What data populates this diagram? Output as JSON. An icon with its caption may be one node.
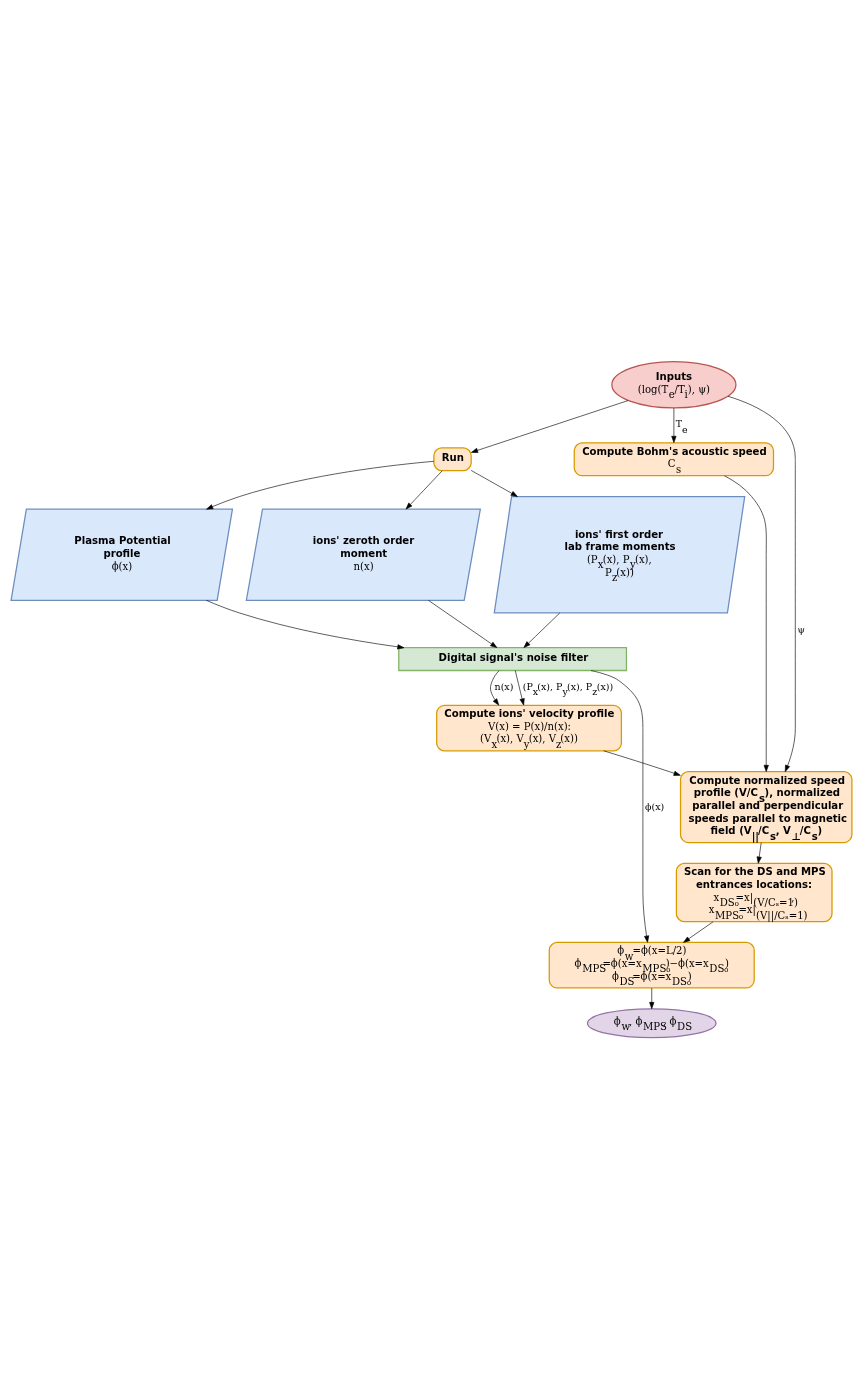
{
  "diagram": {
    "nodes": [
      {
        "text": [
          "Inputs",
          "(log(T$_{e}$/T$_{i}$), ψ)"
        ]
      },
      {
        "text": [
          "Run"
        ]
      },
      {
        "text": [
          "Compute Bohm's acoustic speed",
          "C$_{s}$"
        ]
      },
      {
        "text": [
          "Plasma Potential profile",
          "ϕ(x)"
        ]
      },
      {
        "text": [
          "ions' zeroth order moment",
          "n(x)"
        ]
      },
      {
        "text": [
          "ions' first order lab frame moments",
          "(P$_{x}$(x), P$_{y}$(x), P$_{z}$(x))"
        ]
      },
      {
        "text": [
          "Digital signal's noise filter"
        ]
      },
      {
        "text": [
          "Compute ions' velocity profile",
          "V(x) = P(x)/n(x):",
          "(V$_{x}$(x), V$_{y}$(x), V$_{z}$(x))"
        ]
      },
      {
        "text": [
          "Compute normalized speed profile (V/C$_{s}$), normalized parallel and perpendicular speeds parallel to magnetic field (V$_{||}$/C$_{s}$, V$_{⊥}$/C$_{s}$)"
        ]
      },
      {
        "text": [
          "Scan for the DS and MPS entrances locations:",
          "x$_{DS₀}$=x|$_{(V/Cₛ=1)}$, x$_{MPS₀}$=x|$_{(V||/Cₛ=1)}$"
        ]
      },
      {
        "text": [
          "ϕ$_{w}$=ϕ(x=L/2)",
          "ϕ$_{MPS}$=ϕ(x=x$_{MPS₀}$)−ϕ(x=x$_{DS₀}$)",
          "ϕ$_{DS}$=ϕ(x=x$_{DS₀}$)"
        ]
      },
      {
        "text": [
          "ϕ$_{w}$, ϕ$_{MPS}$, ϕ$_{DS}$"
        ]
      }
    ],
    "edges": [
      {
        "from": 0,
        "to": 1,
        "arrow": "to"
      },
      {
        "from": 0,
        "to": 2,
        "arrow": "to",
        "label": "T$_{e}$"
      },
      {
        "from": 0,
        "to": 8,
        "arrow": "to",
        "label": "ψ"
      },
      {
        "from": 1,
        "to": 3,
        "arrow": "to"
      },
      {
        "from": 1,
        "to": 4,
        "arrow": "to"
      },
      {
        "from": 1,
        "to": 5,
        "arrow": "to"
      },
      {
        "from": 3,
        "to": 6,
        "arrow": "to"
      },
      {
        "from": 4,
        "to": 6,
        "arrow": "to"
      },
      {
        "from": 5,
        "to": 6,
        "arrow": "to"
      },
      {
        "from": 6,
        "to": 7,
        "arrow": "to",
        "label": "n(x)"
      },
      {
        "from": 6,
        "to": 7,
        "arrow": "to",
        "label": "(P$_{x}$(x), P$_{y}$(x), P$_{z}$(x))"
      },
      {
        "from": 6,
        "to": 10,
        "arrow": "to",
        "label": "ϕ(x)"
      },
      {
        "from": 2,
        "to": 8,
        "arrow": "to"
      },
      {
        "from": 7,
        "to": 8,
        "arrow": "to"
      },
      {
        "from": 8,
        "to": 9,
        "arrow": "to"
      },
      {
        "from": 9,
        "to": 10,
        "arrow": "to"
      },
      {
        "from": 10,
        "to": 11,
        "arrow": "to"
      }
    ]
  }
}
